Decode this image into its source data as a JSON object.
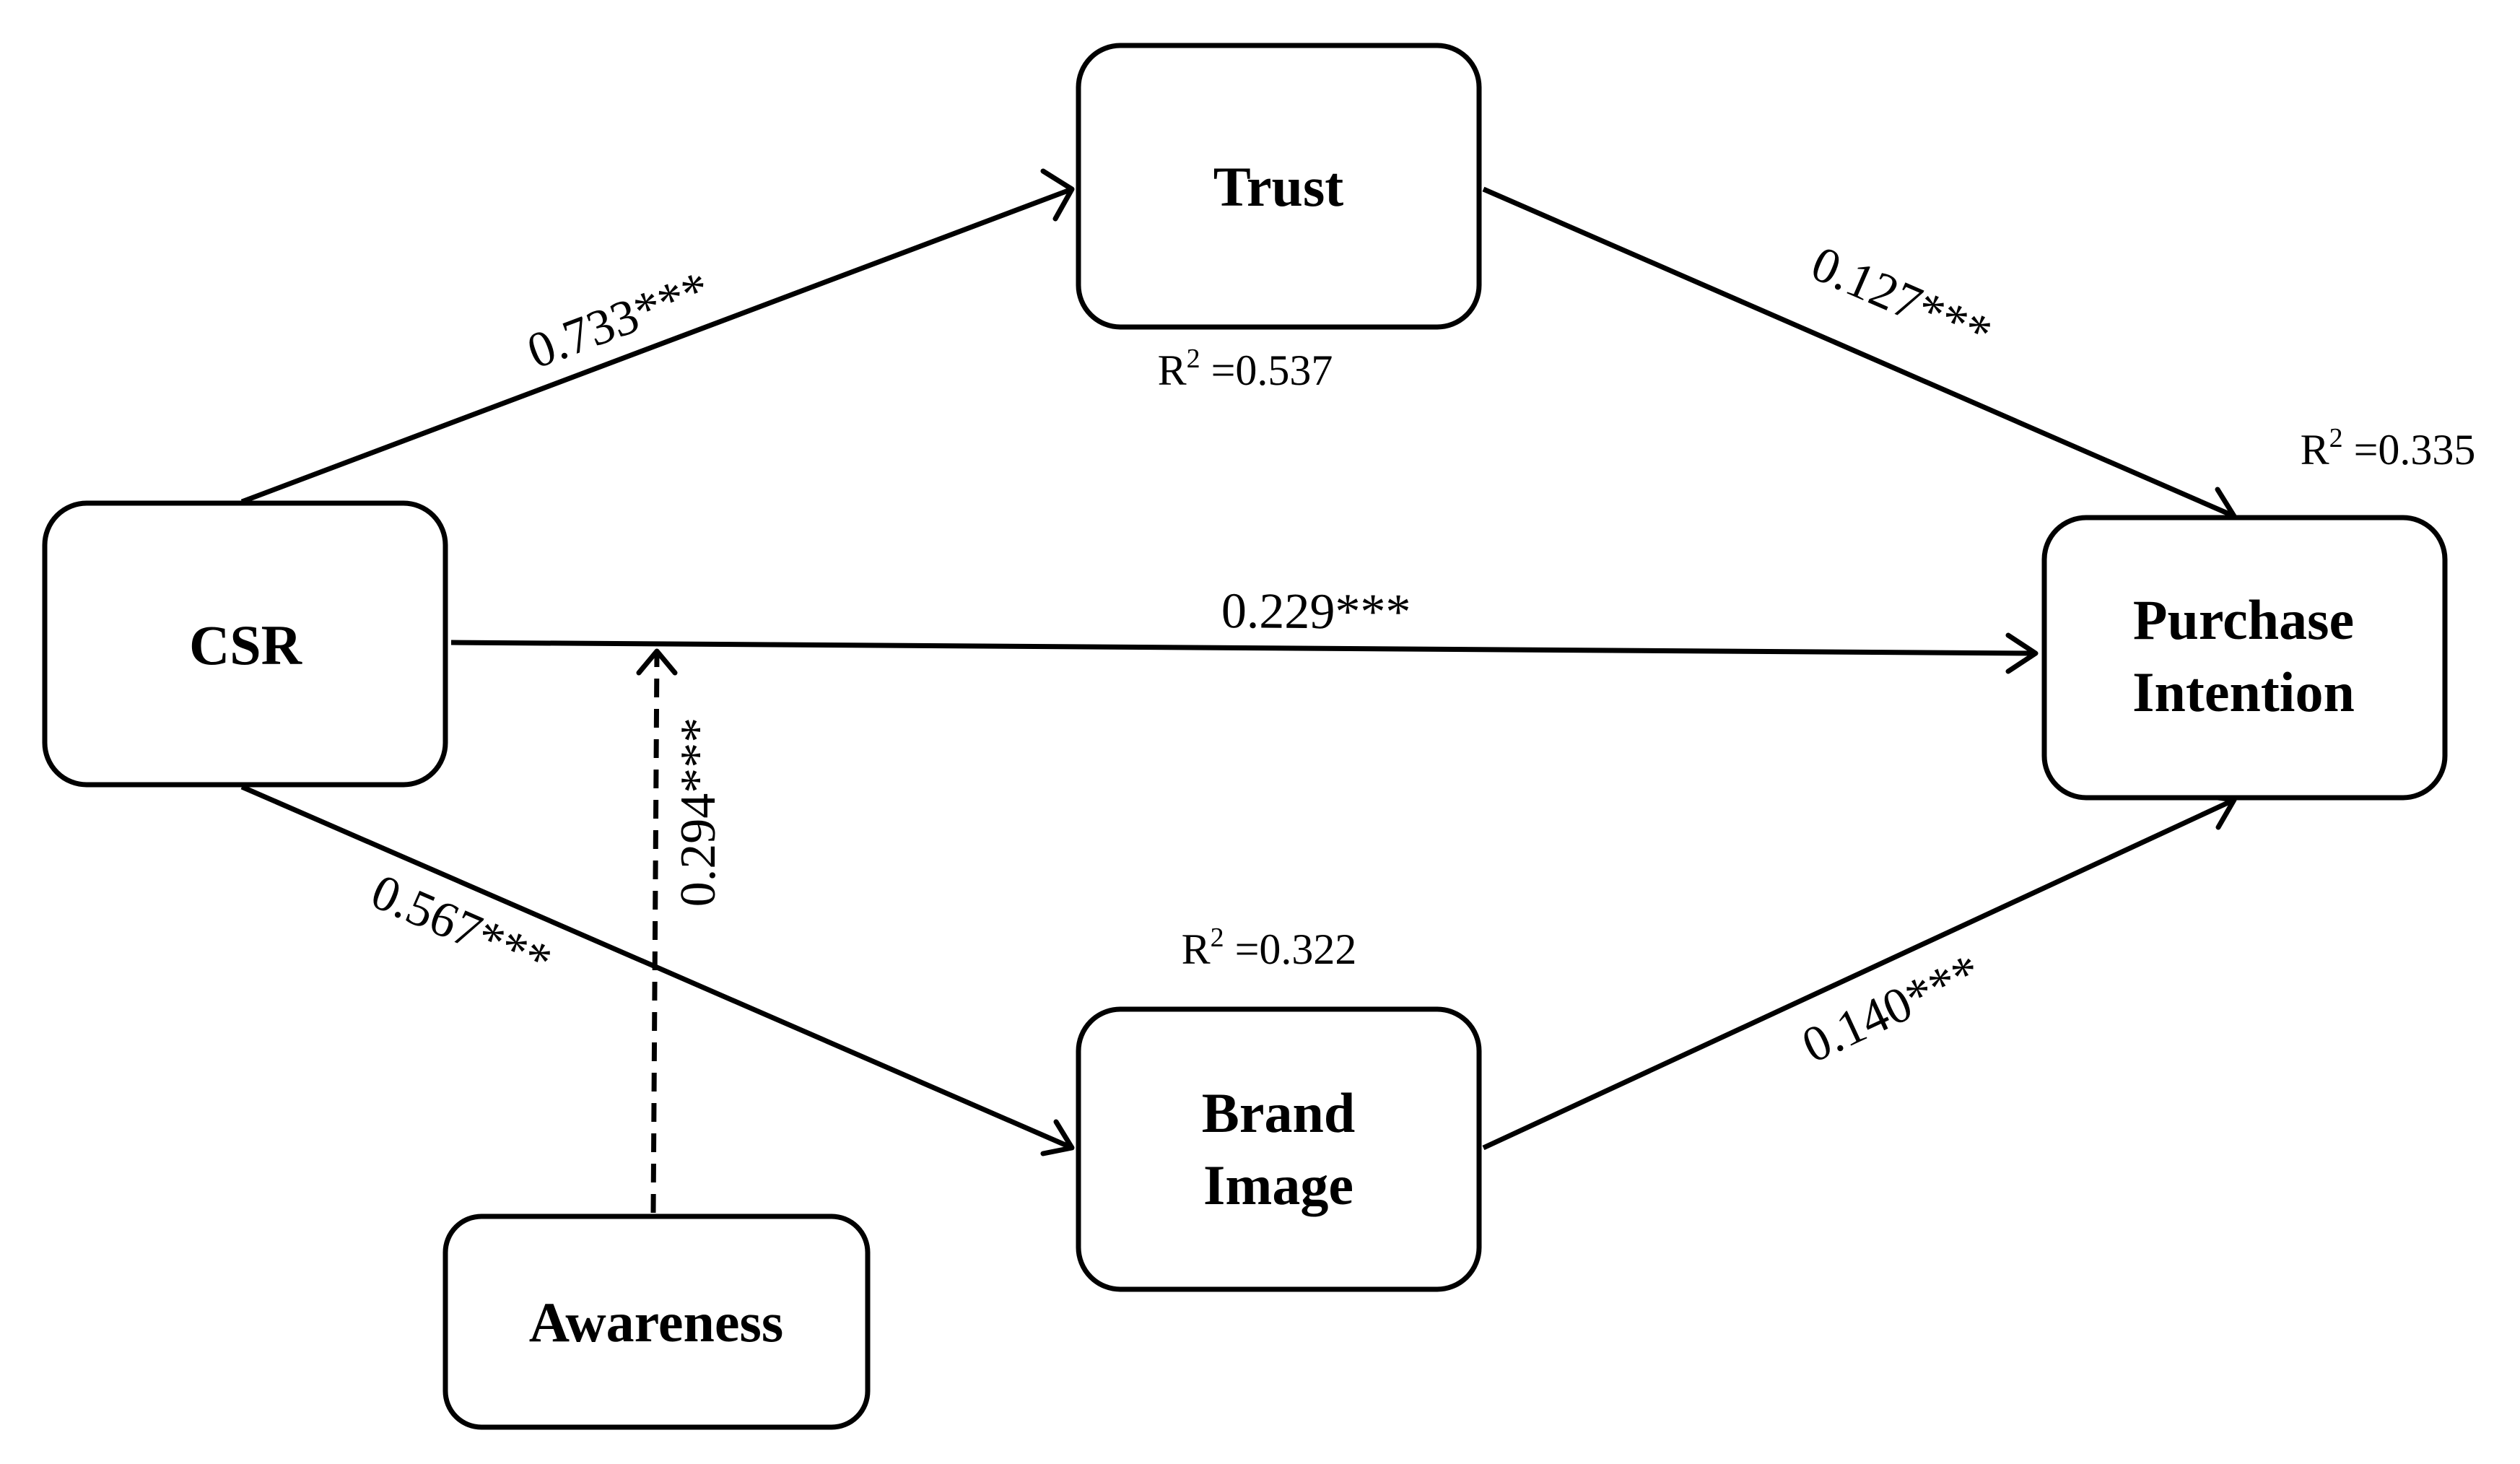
{
  "nodes": {
    "csr": "CSR",
    "trust": "Trust",
    "purchase_line1": "Purchase",
    "purchase_line2": "Intention",
    "brand_line1": "Brand",
    "brand_line2": "Image",
    "awareness": "Awareness"
  },
  "paths": {
    "csr_trust": "0.733***",
    "trust_purchase": "0.127***",
    "csr_purchase": "0.229***",
    "csr_brand": "0.567***",
    "brand_purchase": "0.140***",
    "awareness_moderation": "0.294***"
  },
  "r_squared": {
    "prefix": "R",
    "sup": "2",
    "trust": " =0.537",
    "purchase": " =0.335",
    "brand": " =0.322"
  },
  "colors": {
    "stroke": "#000000",
    "background": "#ffffff"
  }
}
